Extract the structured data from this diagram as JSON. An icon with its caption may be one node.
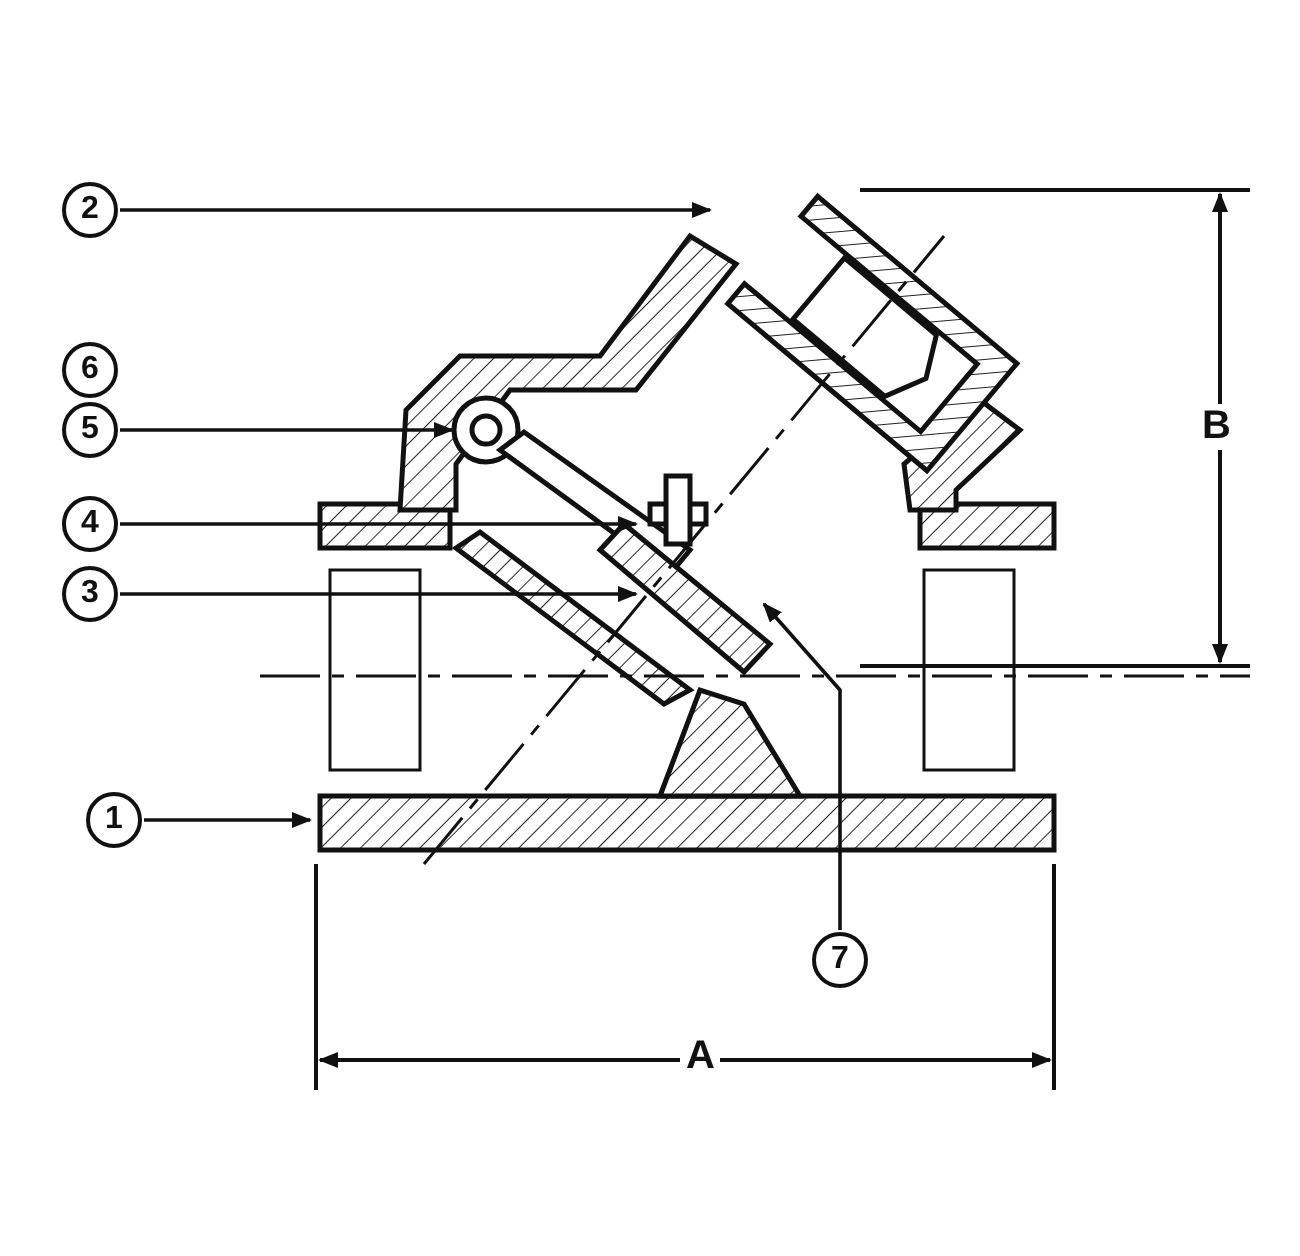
{
  "diagram": {
    "nodes": [
      {
        "text": [
          "2"
        ]
      },
      {
        "text": [
          "6"
        ]
      },
      {
        "text": [
          "5"
        ]
      },
      {
        "text": [
          "4"
        ]
      },
      {
        "text": [
          "3"
        ]
      },
      {
        "text": [
          "1"
        ]
      },
      {
        "text": [
          "7"
        ]
      }
    ],
    "edges": [
      {
        "from": 0,
        "to": null,
        "arrow": "to"
      },
      {
        "from": 2,
        "to": null,
        "arrow": "to"
      },
      {
        "from": 3,
        "to": null,
        "arrow": "to"
      },
      {
        "from": 4,
        "to": null,
        "arrow": "to"
      },
      {
        "from": 5,
        "to": null,
        "arrow": "to"
      },
      {
        "from": 6,
        "to": null,
        "arrow": "to"
      }
    ],
    "labels": [
      "B",
      "A"
    ]
  }
}
